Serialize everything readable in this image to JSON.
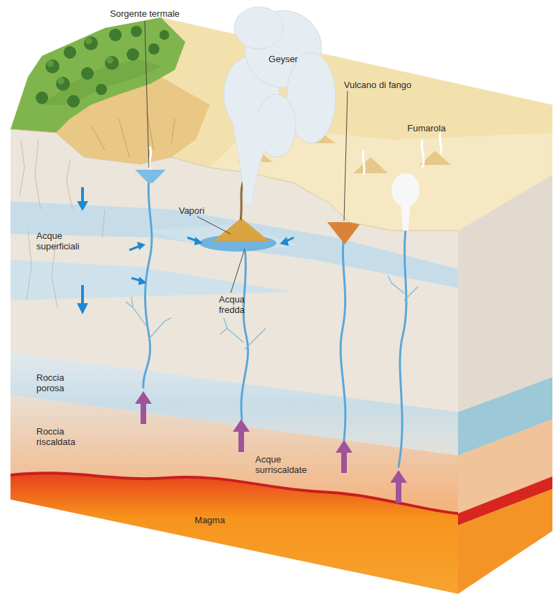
{
  "diagram": {
    "labels": [
      "Sorgente termale",
      "Geyser",
      "Vulcano di fango",
      "Fumarola",
      "Vapori",
      "Acque superficiali",
      "Acqua fredda",
      "Roccia porosa",
      "Roccia riscaldata",
      "Acque surriscaldate",
      "Magma"
    ]
  }
}
